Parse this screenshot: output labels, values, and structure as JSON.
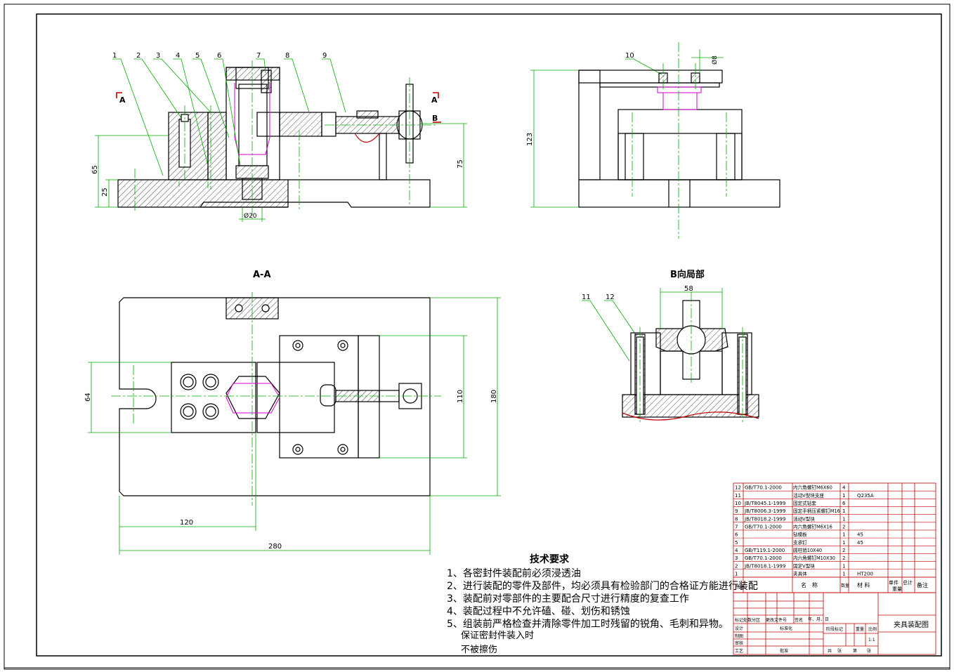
{
  "views": {
    "section_label": "A-A",
    "b_view_label": "B向局部",
    "section_marks": [
      "A",
      "A"
    ],
    "b_mark": "B"
  },
  "leader_numbers": [
    "1",
    "2",
    "3",
    "4",
    "5",
    "6",
    "7",
    "8",
    "9",
    "10",
    "11",
    "12"
  ],
  "dimensions": {
    "d65": "65",
    "d25": "25",
    "d75": "75",
    "d123": "123",
    "d20": "Ø20",
    "d8": "Ø8",
    "d64": "64",
    "d110": "110",
    "d180": "180",
    "d120": "120",
    "d280": "280",
    "d58": "58"
  },
  "technical_requirements": {
    "title": "技术要求",
    "items": [
      "1、各密封件装配前必须浸透油",
      "2、进行装配的零件及部件，均必须具有检验部门的合格证方能进行装配",
      "3、装配前对零部件的主要配合尺寸进行精度的复查工作",
      "4、装配过程中不允许磕、碰、划伤和锈蚀",
      "5、组装前严格检查并清除零件加工时残留的锐角、毛刺和异物。"
    ],
    "continuation": [
      "保证密封件装入时",
      "不被擦伤"
    ]
  },
  "parts_list": [
    {
      "no": "12",
      "code": "GB/T70.1-2000",
      "name": "内六角螺钉M6X60",
      "qty": "4",
      "material": ""
    },
    {
      "no": "11",
      "code": "",
      "name": "活动V型块支座",
      "qty": "1",
      "material": "Q235A"
    },
    {
      "no": "10",
      "code": "JB/T8045.1-1999",
      "name": "固定式钻套",
      "qty": "6",
      "material": ""
    },
    {
      "no": "9",
      "code": "JB/T8006.3-1999",
      "name": "固定手柄压紧螺钉M16",
      "qty": "1",
      "material": ""
    },
    {
      "no": "8",
      "code": "JB/T8018.2-1999",
      "name": "活动V型块",
      "qty": "1",
      "material": ""
    },
    {
      "no": "7",
      "code": "GB/T70.1-2000",
      "name": "内六角螺钉M6X16",
      "qty": "2",
      "material": ""
    },
    {
      "no": "6",
      "code": "",
      "name": "钻模板",
      "qty": "1",
      "material": "45"
    },
    {
      "no": "5",
      "code": "",
      "name": "支承钉",
      "qty": "1",
      "material": "45"
    },
    {
      "no": "4",
      "code": "GB/T119.1-2000",
      "name": "圆柱销10X40",
      "qty": "2",
      "material": ""
    },
    {
      "no": "3",
      "code": "GB/T70.1-2000",
      "name": "内六角螺钉M10X30",
      "qty": "2",
      "material": ""
    },
    {
      "no": "2",
      "code": "JB/T8018.1-1999",
      "name": "固定V型块",
      "qty": "1",
      "material": ""
    },
    {
      "no": "1",
      "code": "",
      "name": "夹具体",
      "qty": "1",
      "material": "HT200"
    }
  ],
  "parts_header": {
    "no": "序号",
    "name_a": "名",
    "name_b": "称",
    "qty": "数量",
    "material": "材 料",
    "weight_a": "单件",
    "weight_b": "总计",
    "weight_c": "重量",
    "remark": "备注"
  },
  "title_block": {
    "drawing_name": "夹具装配图",
    "scale_value": "1:1",
    "labels": {
      "mark": "标记",
      "count": "处数",
      "zone": "分区",
      "change_doc": "更改文件号",
      "signature": "签名",
      "date": "年、月、日",
      "design": "设计",
      "standardize": "标准化",
      "draw": "制图",
      "review": "审核",
      "process": "工艺",
      "approve": "批准",
      "stage_mark": "阶段标记",
      "weight": "重量",
      "scale": "比例",
      "total": "共",
      "sheets": "张",
      "page": "第",
      "sheet": "张"
    }
  },
  "colors": {
    "outline": "#000000",
    "centerline": "#00aa00",
    "dimension": "#00aa00",
    "hidden": "#d000d0",
    "table_lines": "#c00000",
    "yellow_ref": "#dddd00"
  }
}
